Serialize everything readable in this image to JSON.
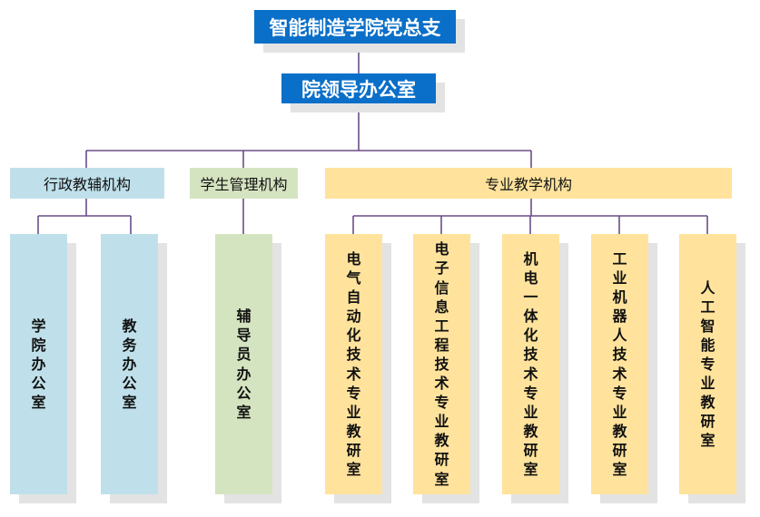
{
  "diagram": {
    "root": {
      "label": "智能制造学院党总支"
    },
    "office": {
      "label": "院领导办公室"
    },
    "categories": [
      {
        "label": "行政教辅机构",
        "color": "#bfe0ea"
      },
      {
        "label": "学生管理机构",
        "color": "#d5e4c0"
      },
      {
        "label": "专业教学机构",
        "color": "#ffe39c"
      }
    ],
    "units": [
      {
        "label": "学院办公室"
      },
      {
        "label": "教务办公室"
      },
      {
        "label": "辅导员办公室"
      },
      {
        "label": "电气自动化技术专业教研室"
      },
      {
        "label": "电子信息工程技术专业教研室"
      },
      {
        "label": "机电一体化技术专业教研室"
      },
      {
        "label": "工业机器人技术专业教研室"
      },
      {
        "label": "人工智能专业教研室"
      }
    ],
    "colors": {
      "primary_box": "#0a6fc8",
      "connector": "#6a4d86",
      "shadow": "#e3e3e3"
    }
  }
}
